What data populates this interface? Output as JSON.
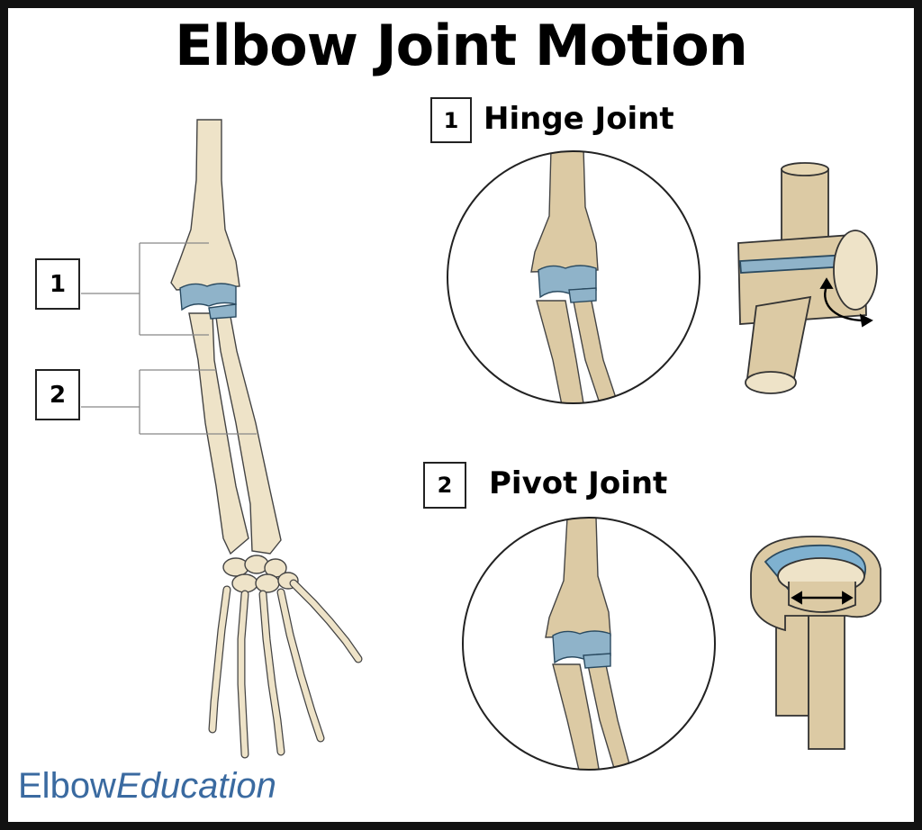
{
  "title": "Elbow Joint Motion",
  "labels": {
    "one": "1",
    "two": "2"
  },
  "sections": [
    {
      "number": "1",
      "heading": "Hinge Joint"
    },
    {
      "number": "2",
      "heading": "Pivot Joint"
    }
  ],
  "brand": {
    "part1": "Elbow",
    "part2": "Education"
  },
  "colors": {
    "bone": "#eee3c8",
    "bone_dark": "#dccaa4",
    "cartilage": "#8fb3c9",
    "cartilage_blue": "#5f93b6",
    "outline": "#333333",
    "brand": "#3a6aa0"
  }
}
